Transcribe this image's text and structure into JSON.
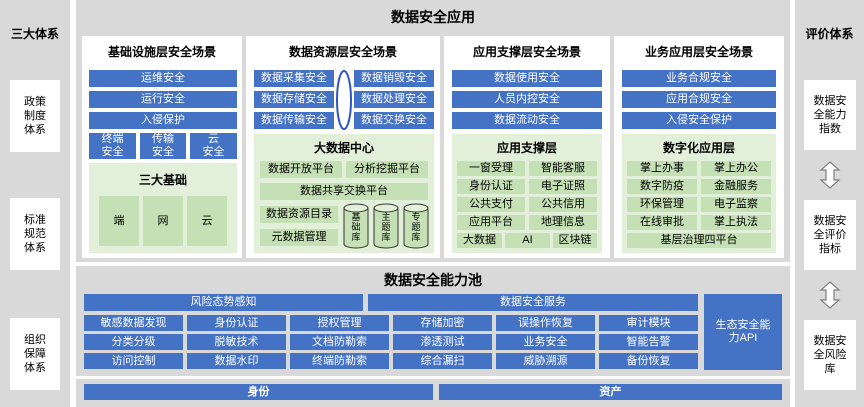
{
  "left": {
    "title": "三大体系",
    "items": [
      "政策\n制度\n体系",
      "标准\n规范\n体系",
      "组织\n保障\n体系"
    ]
  },
  "right": {
    "title": "评价体系",
    "items": [
      "数据安\n全能力\n指数",
      "数据安\n全评价\n指标",
      "数据安\n全风险\n库"
    ]
  },
  "main": {
    "title": "数据安全应用",
    "col1": {
      "title": "基础设施层安全场景",
      "bars": [
        "运维安全",
        "运行安全",
        "入侵保护"
      ],
      "small": [
        "终端\n安全",
        "传输\n安全",
        "云\n安全"
      ],
      "foundation_title": "三大基础",
      "foundation_items": [
        "端",
        "网",
        "云"
      ]
    },
    "col2": {
      "title": "数据资源层安全场景",
      "left_bars": [
        "数据采集安全",
        "数据存储安全",
        "数据传输安全"
      ],
      "right_bars": [
        "数据销毁安全",
        "数据处理安全",
        "数据交换安全"
      ],
      "center_title": "大数据中心",
      "row1": [
        "数据开放平台",
        "分析挖掘平台"
      ],
      "share": "数据共享交换平台",
      "catalog": "数据资源目录",
      "meta": "元数据管理",
      "dbs": [
        "基\n础\n库",
        "主\n题\n库",
        "专\n题\n库"
      ]
    },
    "col3": {
      "title": "应用支撑层安全场景",
      "bars": [
        "数据使用安全",
        "人员内控安全",
        "数据流动安全"
      ],
      "center_title": "应用支撑层",
      "grid": [
        [
          "一窗受理",
          "智能客服"
        ],
        [
          "身份认证",
          "电子证照"
        ],
        [
          "公共支付",
          "公共信用"
        ],
        [
          "应用平台",
          "地理信息"
        ]
      ],
      "last": [
        "大数据",
        "AI",
        "区块链"
      ]
    },
    "col4": {
      "title": "业务应用层安全场景",
      "bars": [
        "业务合规安全",
        "应用合规安全",
        "入侵安全保护"
      ],
      "center_title": "数字化应用层",
      "grid": [
        [
          "掌上办事",
          "掌上办公"
        ],
        [
          "数字防疫",
          "金融服务"
        ],
        [
          "环保管理",
          "电子监察"
        ],
        [
          "在线审批",
          "掌上执法"
        ]
      ],
      "last": "基层治理四平台"
    }
  },
  "pool": {
    "title": "数据安全能力池",
    "header_left": "风险态势感知",
    "header_right": "数据安全服务",
    "rows": [
      [
        "敏感数据发现",
        "身份认证",
        "授权管理",
        "存储加密",
        "误操作恢复",
        "审计模块"
      ],
      [
        "分类分级",
        "脱敏技术",
        "文档防勒索",
        "渗透测试",
        "业务安全",
        "智能告警"
      ],
      [
        "访问控制",
        "数据水印",
        "终端防勒索",
        "综合漏扫",
        "威胁溯源",
        "备份恢复"
      ]
    ],
    "side": "生态安全能\n力API"
  },
  "bottom": {
    "left": "身份",
    "right": "资产"
  },
  "colors": {
    "blue": "#4472c4",
    "green": "#c5e0b4",
    "light_green": "#e2f0d9",
    "gray": "#d9d9d9"
  }
}
